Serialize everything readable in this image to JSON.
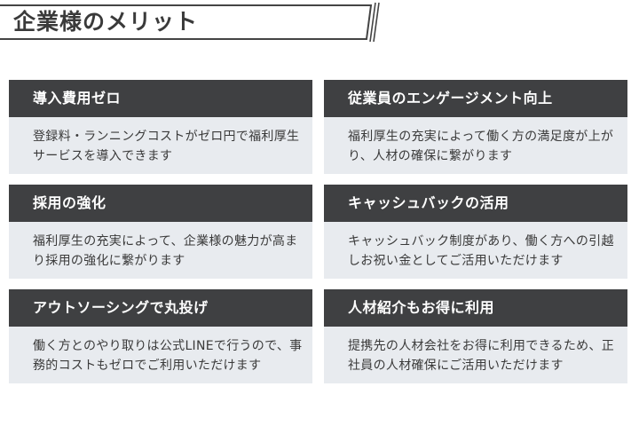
{
  "page": {
    "title": "企業様のメリット"
  },
  "colors": {
    "header_bg": "#3f4042",
    "body_bg": "#e8ebef",
    "text": "#3a3a3a"
  },
  "cards": [
    {
      "title": "導入費用ゼロ",
      "line1": "登録料・ランニングコストがゼロ円で福利厚生",
      "line2": "サービスを導入できます"
    },
    {
      "title": "従業員のエンゲージメント向上",
      "line1": "福利厚生の充実によって働く方の満足度が上が",
      "line2": "り、人材の確保に繋がります"
    },
    {
      "title": "採用の強化",
      "line1": "福利厚生の充実によって、企業様の魅力が高ま",
      "line2": "り採用の強化に繋がります"
    },
    {
      "title": "キャッシュバックの活用",
      "line1": "キャッシュバック制度があり、働く方への引越",
      "line2": "しお祝い金としてご活用いただけます"
    },
    {
      "title": "アウトソーシングで丸投げ",
      "line1": "働く方とのやり取りは公式LINEで行うので、事",
      "line2": "務的コストもゼロでご利用いただけます"
    },
    {
      "title": "人材紹介もお得に利用",
      "line1": "提携先の人材会社をお得に利用できるため、正",
      "line2": "社員の人材確保にご活用いただけます"
    }
  ]
}
